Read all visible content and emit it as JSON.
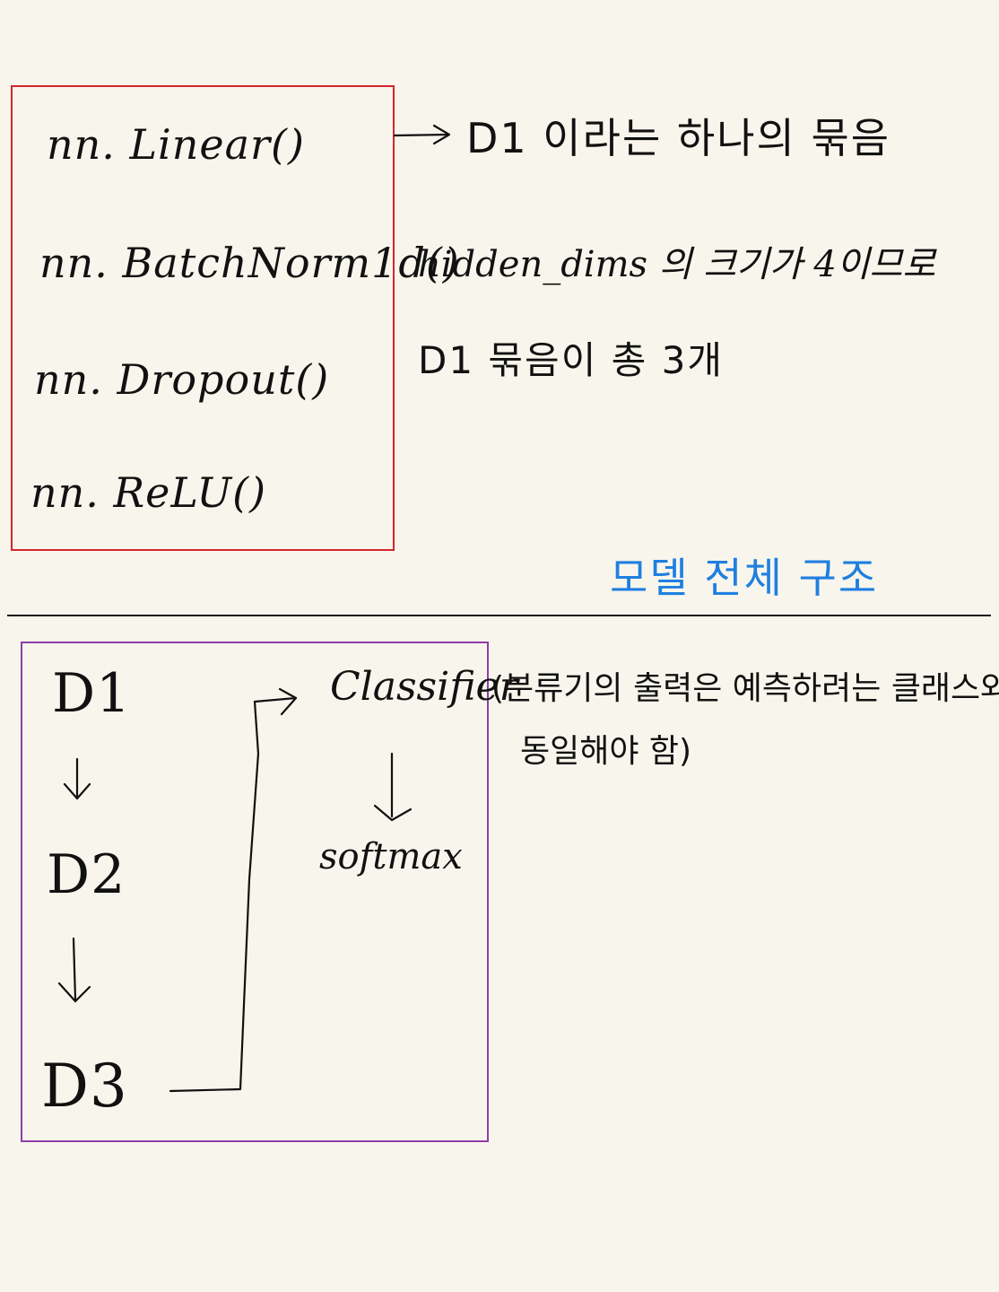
{
  "top_section": {
    "layers": [
      "nn. Linear()",
      "nn. BatchNorm1d()",
      "nn. Dropout()",
      "nn. ReLU()"
    ],
    "bundle_label": "D1 이라는 하나의 묶음",
    "note_line1": "hidden_dims 의 크기가 4이므로",
    "note_line2": "D1 묶음이 총 3개"
  },
  "section_title": "모델 전체 구조",
  "bottom_section": {
    "blocks": [
      "D1",
      "D2",
      "D3"
    ],
    "classifier": "Classifier",
    "softmax": "softmax",
    "classifier_note_line1": "(분류기의 출력은 예측하려는 클래스와",
    "classifier_note_line2": "동일해야 함)"
  },
  "colors": {
    "background": "#f8f6ec",
    "red_box": "#d4262b",
    "purple_box": "#8e3ea8",
    "title_blue": "#1f7fe0",
    "ink": "#111111"
  }
}
